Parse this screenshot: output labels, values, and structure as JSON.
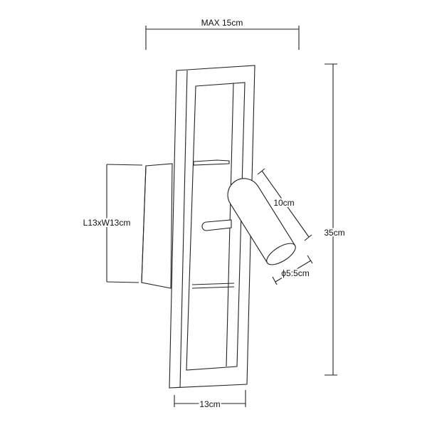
{
  "dimensions": {
    "width_max": "MAX 15cm",
    "height": "35cm",
    "base_width": "13cm",
    "backplate": "L13xW13cm",
    "head_length": "10cm",
    "head_diameter": "ϕ5.5cm"
  }
}
